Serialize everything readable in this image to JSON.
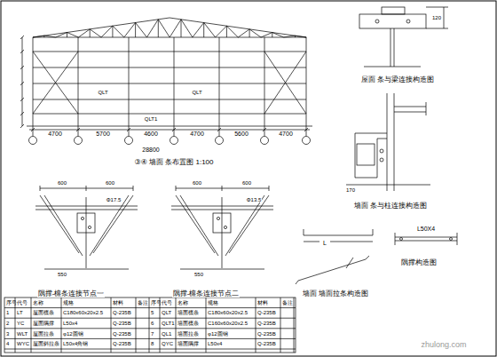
{
  "diagram": {
    "labels": [
      "③④ 墙面 条布置图 1:100",
      "4700",
      "5700",
      "4600",
      "4700",
      "5600",
      "4700",
      "28800",
      "屋面 条与梁连接构造图",
      "墙面 条与柱连接构造图",
      "隅撑构造图",
      "墙面 墙面拉条构造图",
      "隅撑-檩条连接节点一",
      "隅撑-檩条连接节点二",
      "600",
      "600",
      "Φ17.5",
      "600",
      "600",
      "Φ13.5",
      "550",
      "550",
      "L50X4",
      "L",
      "120",
      "170",
      "QLT",
      "QLT",
      "QLT1",
      "序号",
      "代号",
      "名称",
      "规格",
      "材料",
      "备注",
      "1",
      "LT",
      "屋面檩条",
      "C180x60x20x2.5",
      "Q-235B",
      "2",
      "YC",
      "屋面隅撑",
      "L50x4",
      "Q-235B",
      "3",
      "WLT",
      "屋面拉条",
      "φ12圆钢",
      "Q-235B",
      "4",
      "WYC",
      "屋面斜拉条",
      "L50x4角钢",
      "Q-235B",
      "序号",
      "代号",
      "名称",
      "规格",
      "材料",
      "备注",
      "5",
      "QLT",
      "墙面檩条",
      "C180x60x20x2.5",
      "Q-235B",
      "6",
      "QLT1",
      "墙面檩条",
      "C160x60x20x2.5",
      "Q-235B",
      "7",
      "QL1",
      "墙面拉条",
      "φ12圆钢",
      "Q-235B",
      "8",
      "QYC",
      "墙面隅撑",
      "L50x4",
      "Q-235B",
      "zhulong.com"
    ]
  }
}
